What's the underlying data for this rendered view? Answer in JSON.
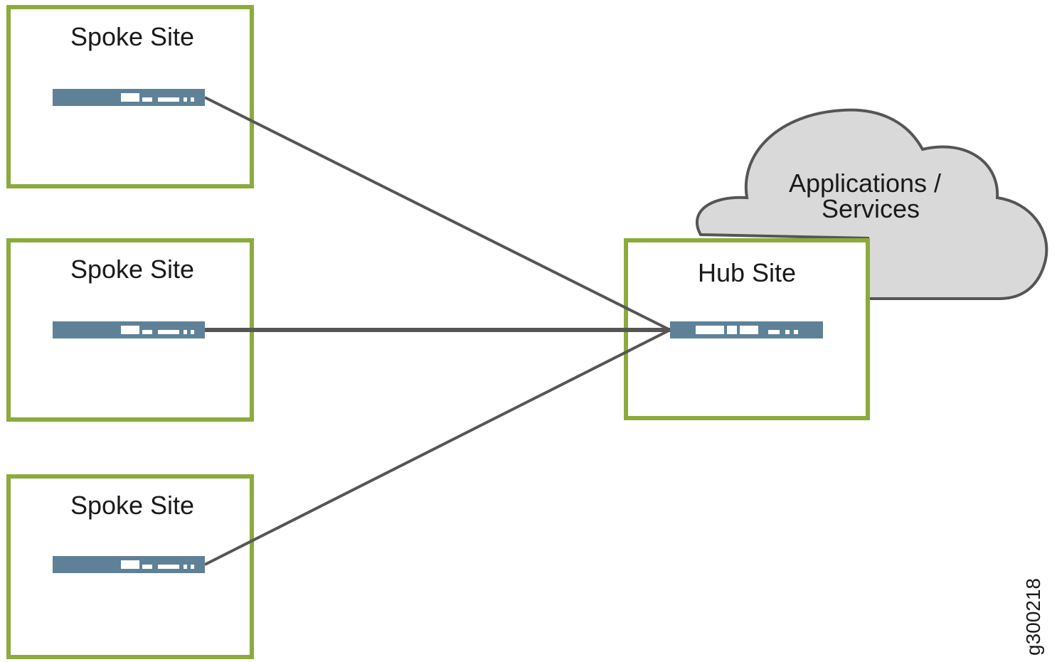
{
  "diagram": {
    "spokes": [
      {
        "label": "Spoke Site"
      },
      {
        "label": "Spoke Site"
      },
      {
        "label": "Spoke Site"
      }
    ],
    "hub": {
      "label": "Hub Site"
    },
    "cloud": {
      "line1": "Applications /",
      "line2": "Services"
    },
    "figure_id": "g300218",
    "colors": {
      "site_border": "#8bab3c",
      "device": "#5e8197",
      "link": "#555555",
      "cloud_fill": "#d9d9d9"
    }
  }
}
